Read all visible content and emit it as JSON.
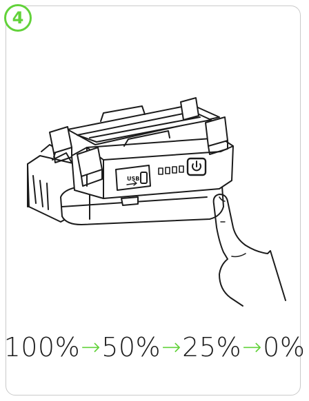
{
  "step": {
    "number": "4"
  },
  "levels": {
    "values": [
      "100%",
      "50%",
      "25%",
      "0%"
    ],
    "arrow_glyph": "→"
  },
  "device": {
    "port_label": "USB",
    "indicator_leds": 4,
    "power_icon": "power-icon"
  },
  "colors": {
    "accent": "#62d23a",
    "line": "#1b1b1b",
    "frame": "#c9c9c9"
  }
}
